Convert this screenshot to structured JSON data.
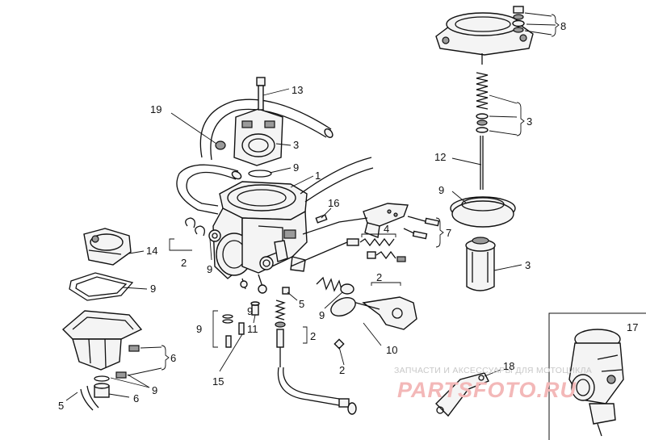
{
  "diagram": {
    "callouts": [
      "1",
      "2",
      "3",
      "4",
      "5",
      "6",
      "7",
      "8",
      "9",
      "10",
      "11",
      "12",
      "13",
      "14",
      "15",
      "16",
      "17",
      "18",
      "19"
    ]
  },
  "watermark": {
    "line1": "ЗАПЧАСТИ И АКСЕССУАРЫ ДЛЯ МОТОЦИКЛА",
    "line2": "PARTSFOTO.RU"
  },
  "colors": {
    "ink": "#111111",
    "watermark_text": "#c8c8c8",
    "watermark_logo": "#f3b8b8"
  }
}
